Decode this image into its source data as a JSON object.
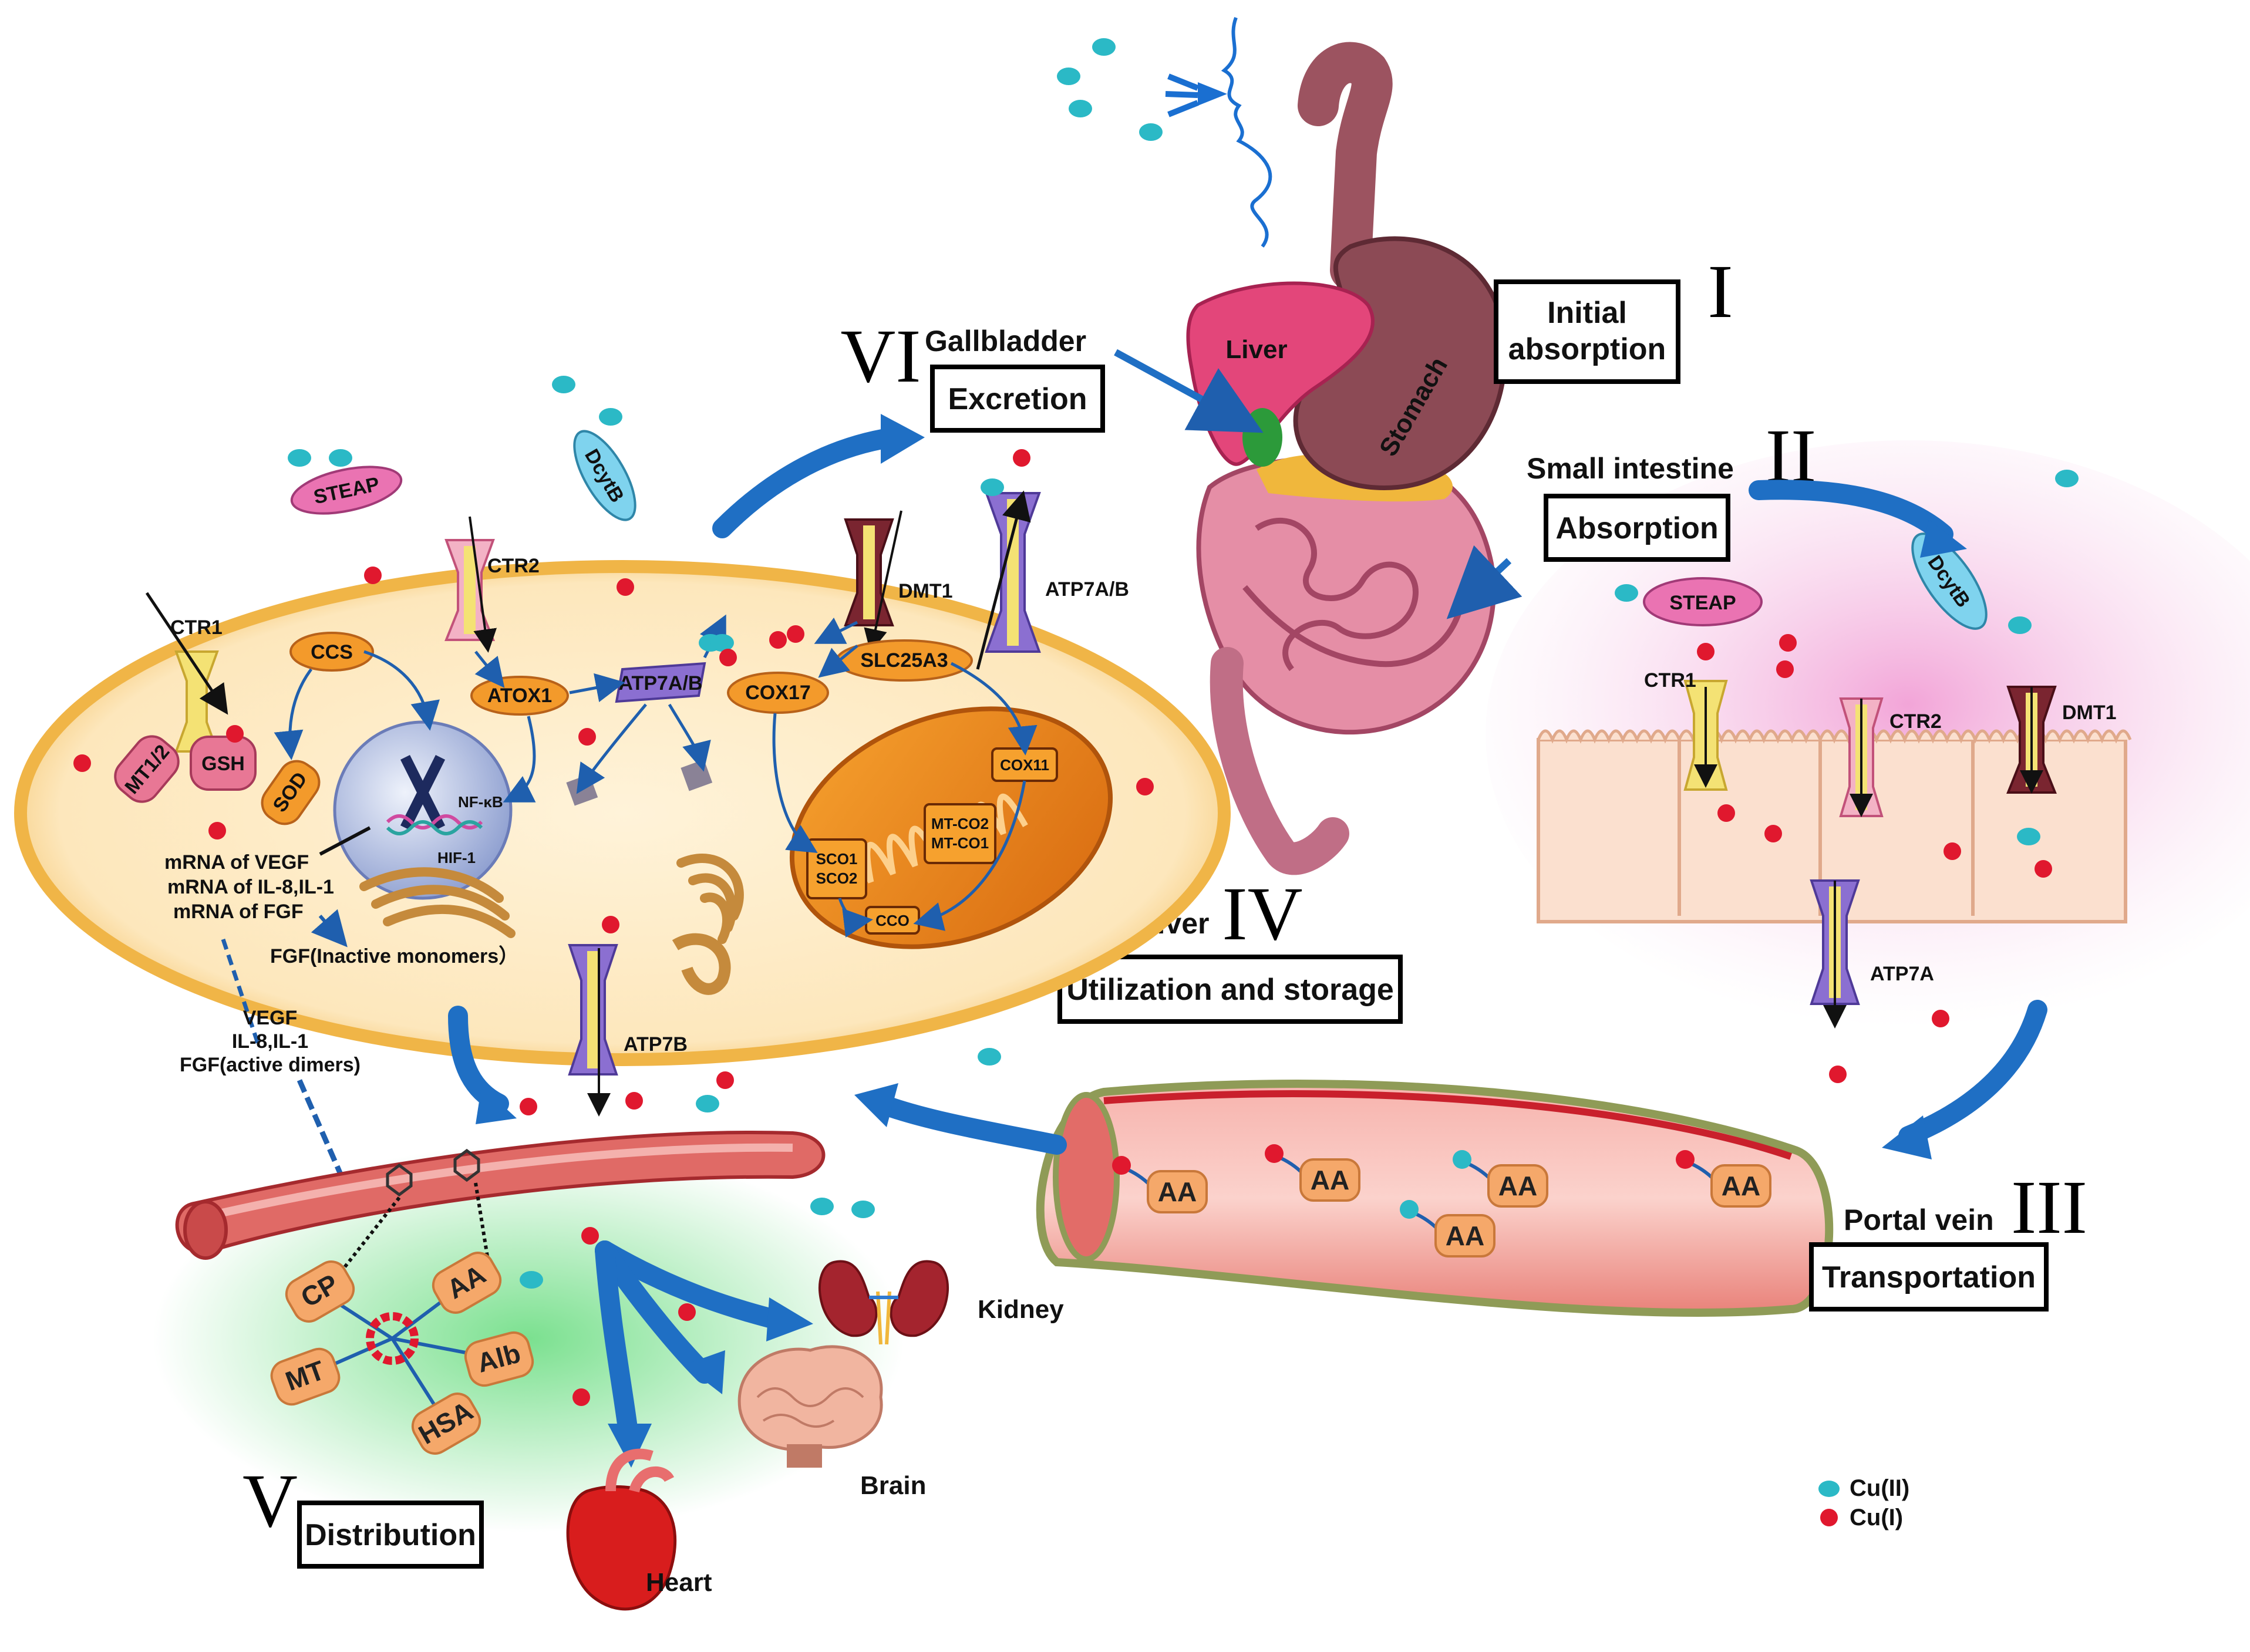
{
  "stages": {
    "initial": {
      "numeral": "I",
      "box": "Initial\nabsorption"
    },
    "absorption": {
      "numeral": "II",
      "label": "Small intestine",
      "box": "Absorption"
    },
    "transport": {
      "numeral": "III",
      "label": "Portal vein",
      "box": "Transportation"
    },
    "storage": {
      "numeral": "IV",
      "label": "Liver",
      "box": "Utilization and storage"
    },
    "distribution": {
      "numeral": "V",
      "box": "Distribution"
    },
    "excretion": {
      "numeral": "VI",
      "label": "Gallbladder",
      "box": "Excretion"
    }
  },
  "organs": {
    "liver": "Liver",
    "stomach": "Stomach",
    "kidney": "Kidney",
    "brain": "Brain",
    "heart": "Heart"
  },
  "cell_proteins": {
    "steap": "STEAP",
    "dcytb": "DcytB",
    "ctr1": "CTR1",
    "ctr2": "CTR2",
    "dmt1": "DMT1",
    "atp7ab_membrane": "ATP7A/B",
    "atp7ab_inner": "ATP7A/B",
    "ccs": "CCS",
    "atox1": "ATOX1",
    "cox17": "COX17",
    "slc25a3": "SLC25A3",
    "mt12": "MT1/2",
    "gsh": "GSH",
    "sod": "SOD",
    "nfkb": "NF-κB",
    "hif1": "HIF-1",
    "sco": "SCO1\nSCO2",
    "mtco": "MT-CO2\nMT-CO1",
    "cox11": "COX11",
    "cco": "CCO",
    "atp7b": "ATP7B"
  },
  "cell_notes": {
    "mrna_vegf": "mRNA of VEGF",
    "mrna_il": "mRNA of IL-8,IL-1",
    "mrna_fgf": "mRNA of FGF",
    "fgf_inactive": "FGF(Inactive monomers）",
    "vegf": "VEGF",
    "il": "IL-8,IL-1",
    "fgf_active": "FGF(active dimers)"
  },
  "intestine_proteins": {
    "steap": "STEAP",
    "dcytb": "DcytB",
    "ctr1": "CTR1",
    "ctr2": "CTR2",
    "dmt1": "DMT1",
    "atp7a": "ATP7A"
  },
  "vein_carriers": [
    "AA",
    "AA",
    "AA",
    "AA",
    "AA"
  ],
  "distribution_carriers": [
    "CP",
    "AA",
    "MT",
    "Alb",
    "HSA"
  ],
  "legend": [
    {
      "label": "Cu(II)",
      "color": "#2bb9c6"
    },
    {
      "label": "Cu(I)",
      "color": "#e0182e"
    }
  ],
  "colors": {
    "arrow": "#1f6fc4",
    "cu2": "#2bb9c6",
    "cu1": "#e0182e",
    "protein_orange": "#f39a2b",
    "carrier": "#f5a86a"
  }
}
